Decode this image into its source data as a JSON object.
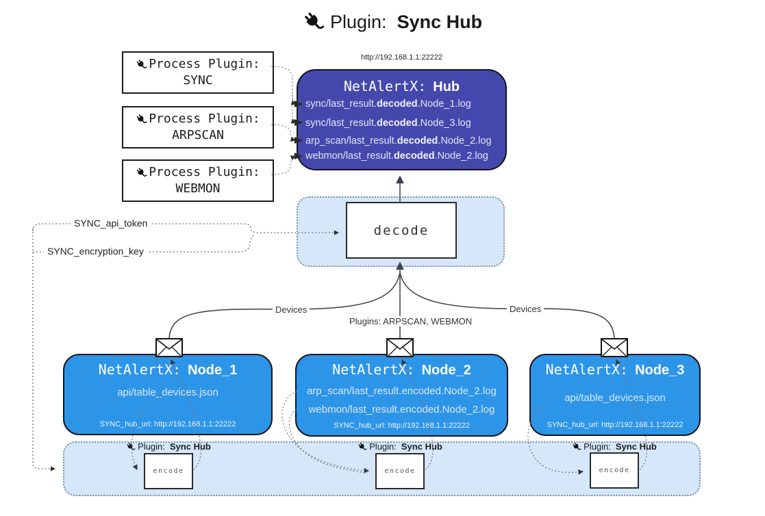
{
  "title": {
    "prefix": "Plugin:",
    "name": "Sync Hub"
  },
  "process_plugins": [
    {
      "label": "Process Plugin:",
      "name": "SYNC"
    },
    {
      "label": "Process Plugin:",
      "name": "ARPSCAN"
    },
    {
      "label": "Process Plugin:",
      "name": "WEBMON"
    }
  ],
  "hub": {
    "url_label": "http://192.168.1.1:22222",
    "title_prefix": "NetAlertX:",
    "title_name": "Hub",
    "logs": [
      {
        "pre": "sync/last_result.",
        "bold": "decoded",
        "post": ".Node_1.log"
      },
      {
        "pre": "sync/last_result.",
        "bold": "decoded",
        "post": ".Node_3.log"
      },
      {
        "pre": "arp_scan/last_result.",
        "bold": "decoded",
        "post": ".Node_2.log"
      },
      {
        "pre": "webmon/last_result.",
        "bold": "decoded",
        "post": ".Node_2.log"
      }
    ]
  },
  "decode_label": "decode",
  "tokens": {
    "api_token": "SYNC_api_token",
    "encryption_key": "SYNC_encryption_key"
  },
  "edge_labels": {
    "left": "Devices",
    "middle": "Plugins: ARPSCAN, WEBMON",
    "right": "Devices"
  },
  "nodes": [
    {
      "title_prefix": "NetAlertX:",
      "title_name": "Node_1",
      "files": [
        "api/table_devices.json"
      ],
      "hub_url": "SYNC_hub_url: http://192.168.1.1:22222"
    },
    {
      "title_prefix": "NetAlertX:",
      "title_name": "Node_2",
      "files": [
        "arp_scan/last_result.encoded.Node_2.log",
        "webmon/last_result.encoded.Node_2.log"
      ],
      "hub_url": "SYNC_hub_url: http://192.168.1.1:22222"
    },
    {
      "title_prefix": "NetAlertX:",
      "title_name": "Node_3",
      "files": [
        "api/table_devices.json"
      ],
      "hub_url": "SYNC_hub_url: http://192.168.1.1:22222"
    }
  ],
  "encoder": {
    "label_prefix": "Plugin:",
    "label_name": "Sync Hub",
    "box_label": "encode"
  },
  "colors": {
    "hub_bg": "#4448ad",
    "node_bg": "#2d95e8",
    "panel_bg": "#d5e7f8",
    "panel_border": "#7a93ab"
  }
}
